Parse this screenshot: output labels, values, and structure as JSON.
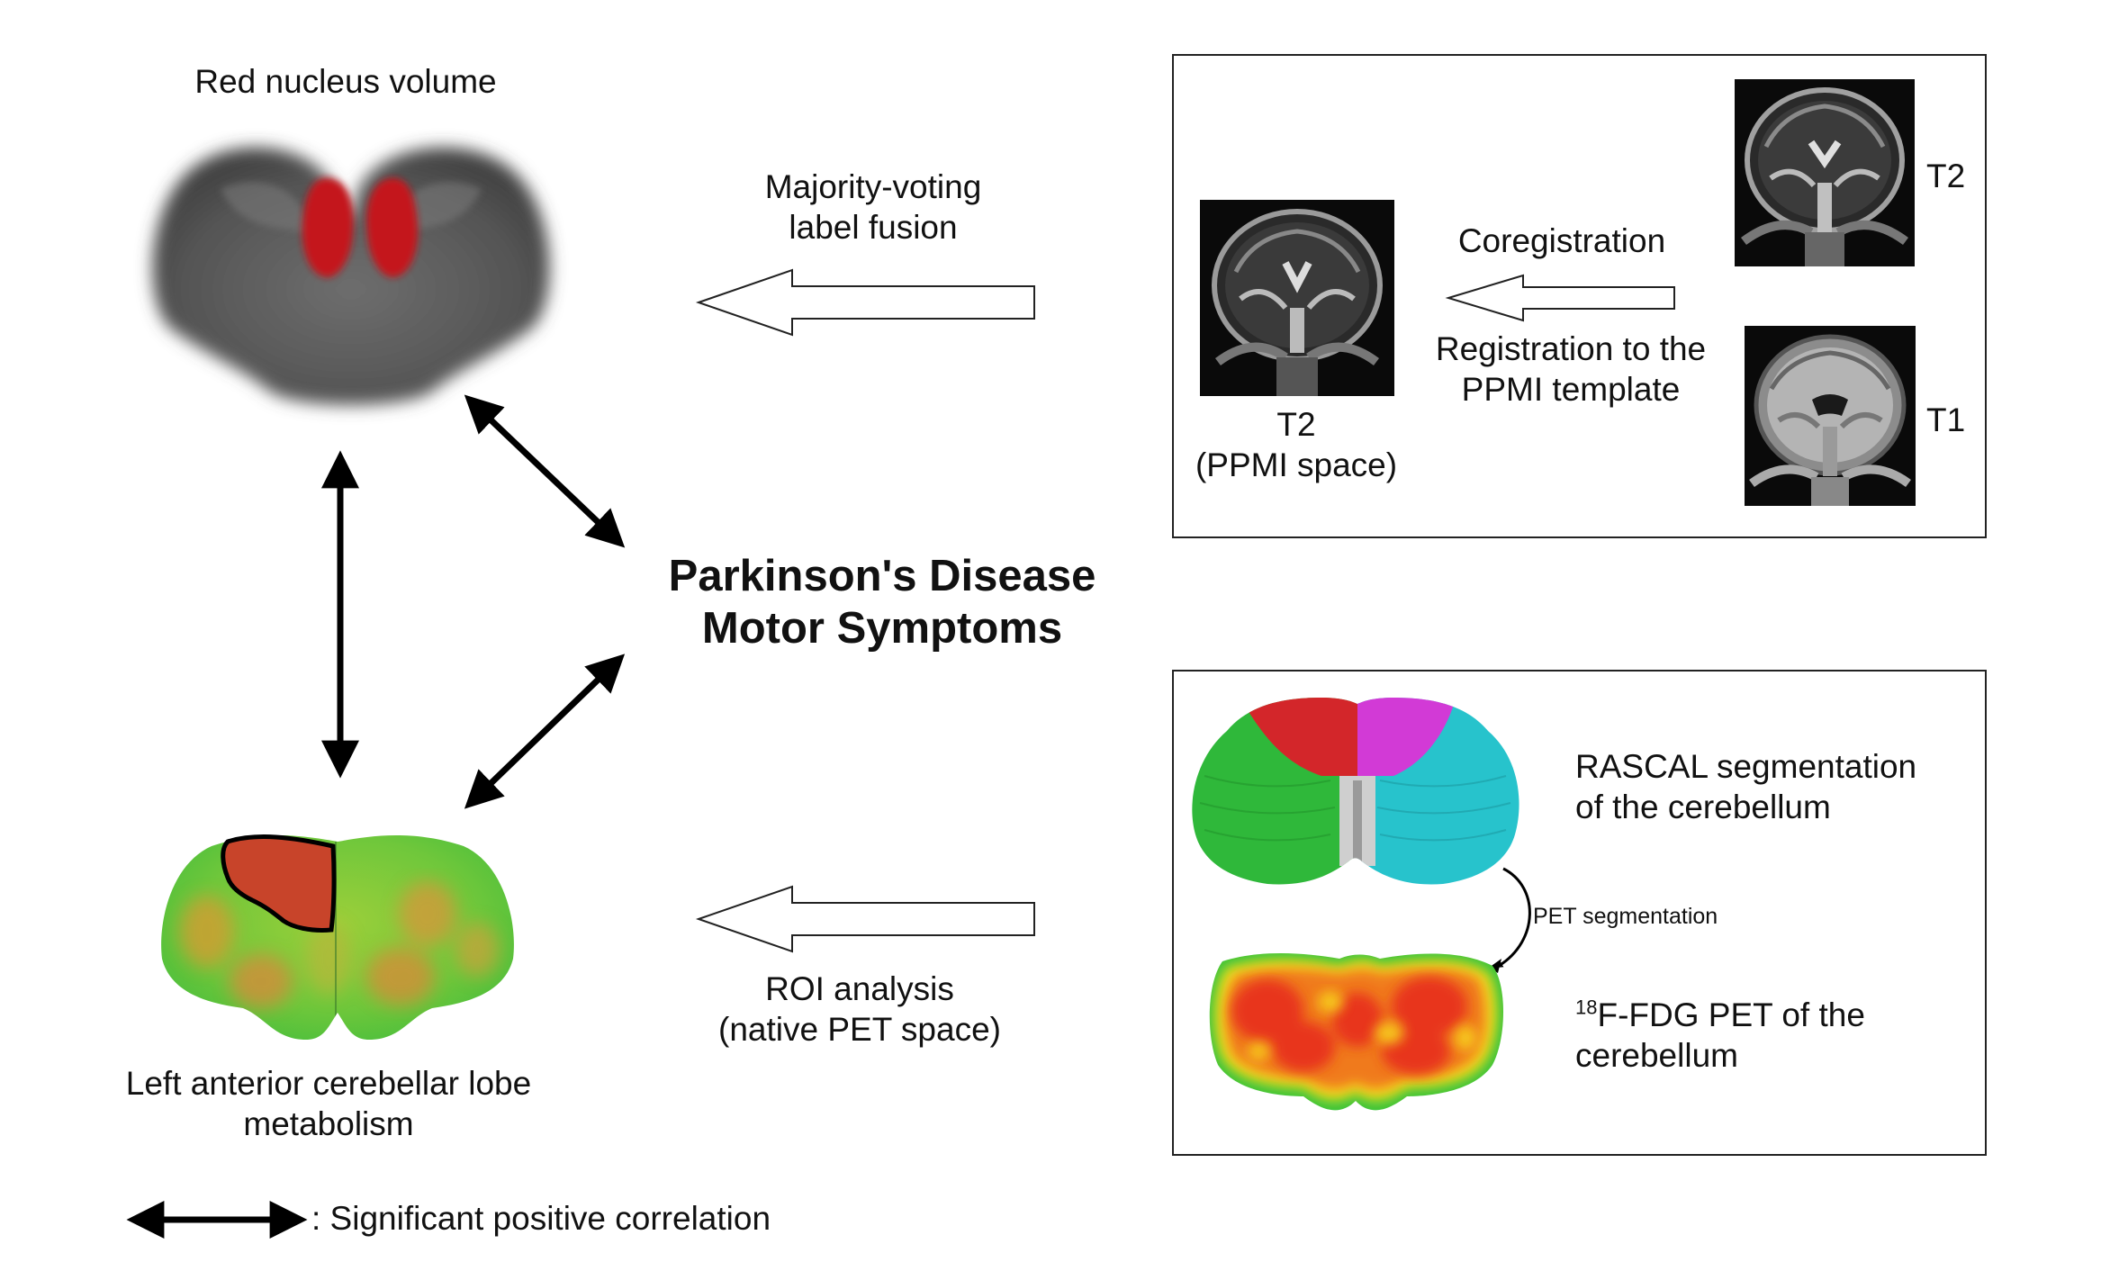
{
  "labels": {
    "red_nucleus": "Red nucleus volume",
    "label_fusion_line1": "Majority-voting",
    "label_fusion_line2": "label fusion",
    "center_title_line1": "Parkinson's Disease",
    "center_title_line2": "Motor Symptoms",
    "lobe_line1": "Left anterior cerebellar lobe",
    "lobe_line2": "metabolism",
    "roi_line1": "ROI analysis",
    "roi_line2": "(native PET space)",
    "legend": ": Significant positive correlation"
  },
  "mri_panel": {
    "coregistration": "Coregistration",
    "registration_line1": "Registration to the",
    "registration_line2": "PPMI template",
    "t2_ppmi_line1": "T2",
    "t2_ppmi_line2": "(PPMI space)",
    "t2_label": "T2",
    "t1_label": "T1"
  },
  "pet_panel": {
    "rascal_line1": "RASCAL segmentation",
    "rascal_line2": "of the cerebellum",
    "pet_segmentation": "PET segmentation",
    "fdg_sup": "18",
    "fdg_line1": "F-FDG PET of the",
    "fdg_line2": "cerebellum"
  },
  "colors": {
    "red_nucleus": "#c4161c",
    "brainstem_gray": "#5a5a5a",
    "seg_red": "#d3262a",
    "seg_magenta": "#d23ad6",
    "seg_green": "#2fb83a",
    "seg_cyan": "#27c3cc",
    "pet_green": "#3cc43c",
    "pet_red": "#e8341e",
    "pet_yellow": "#f6e21b",
    "roi_fill": "#c8442a"
  }
}
